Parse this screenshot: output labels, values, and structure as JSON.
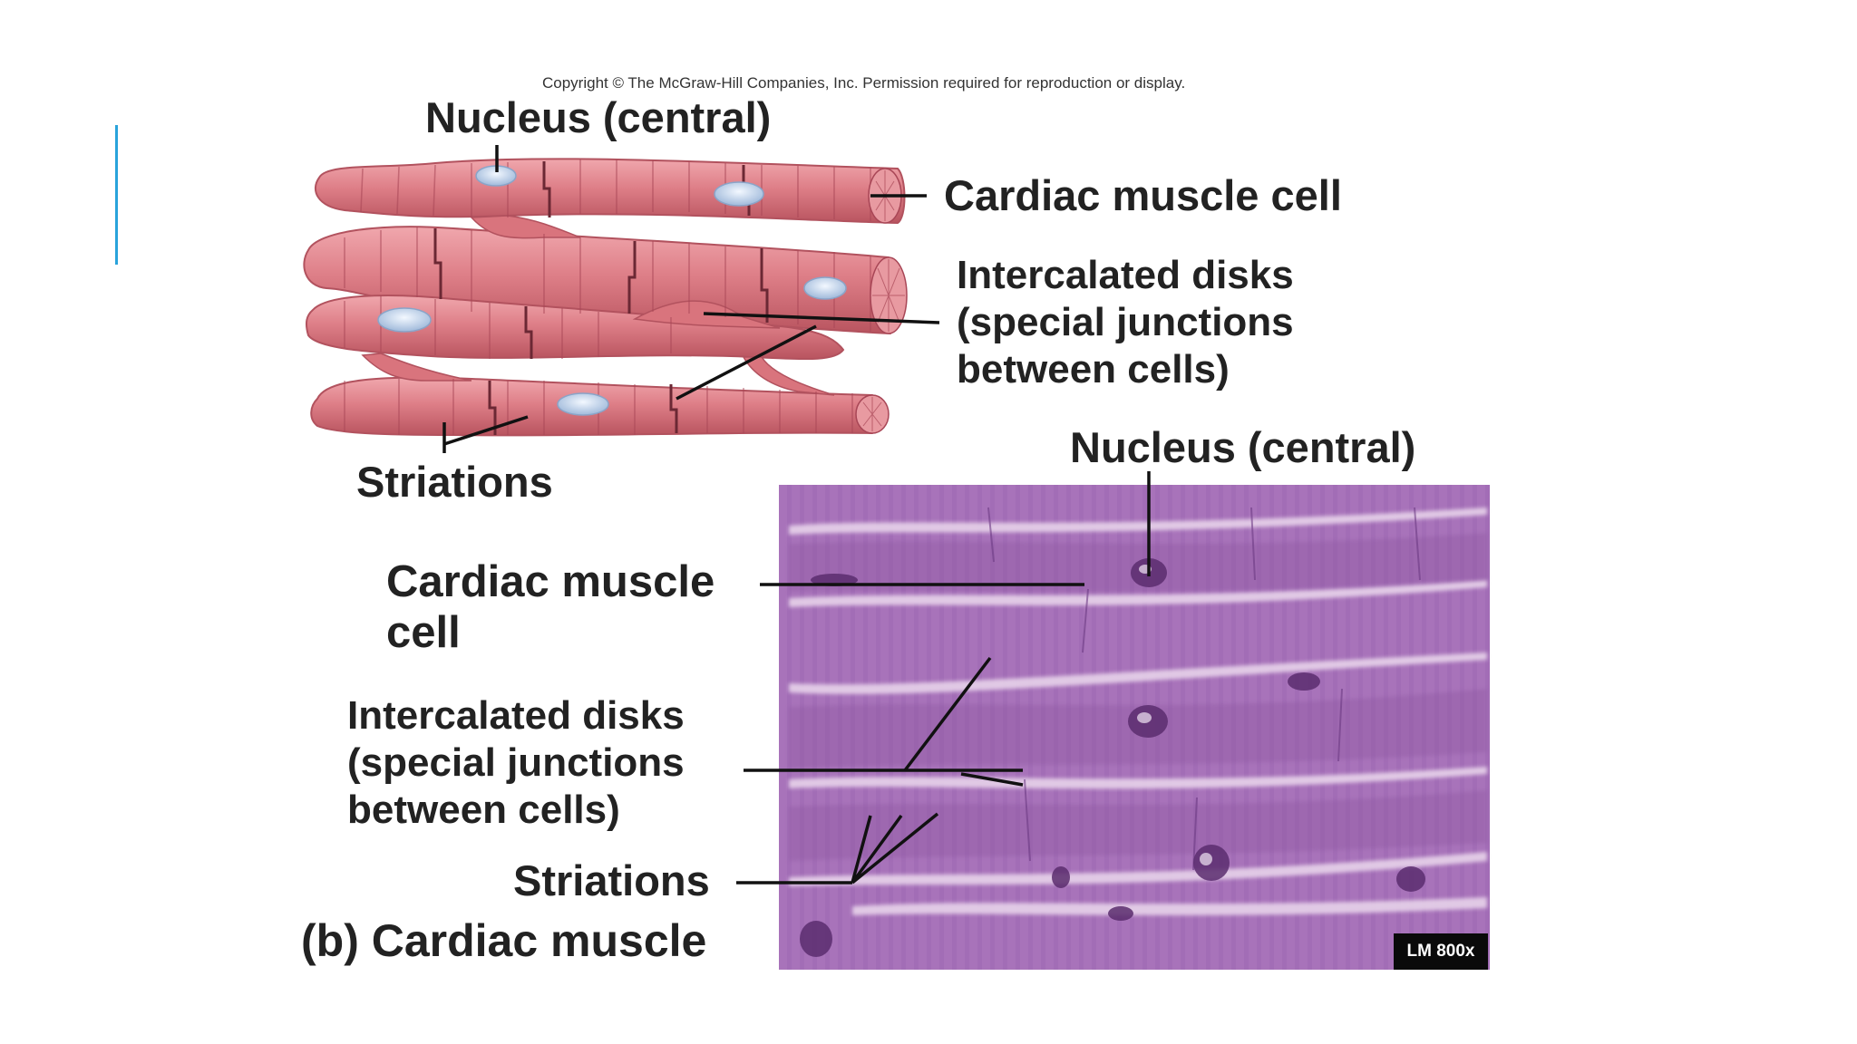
{
  "copyright": "Copyright © The McGraw-Hill Companies, Inc. Permission required for reproduction or display.",
  "diagram": {
    "nucleus_label": "Nucleus (central)",
    "cardiac_cell_label": "Cardiac muscle cell",
    "intercalated_lines": [
      "Intercalated disks",
      "(special junctions",
      "between cells)"
    ],
    "striations_label": "Striations"
  },
  "micrograph": {
    "nucleus_label": "Nucleus (central)",
    "cardiac_cell_lines": [
      "Cardiac muscle",
      "cell"
    ],
    "intercalated_lines": [
      "Intercalated disks",
      "(special junctions",
      "between cells)"
    ],
    "striations_label": "Striations",
    "caption": "(b) Cardiac muscle",
    "magnification": "LM 800x"
  },
  "colors": {
    "accent": "#2aa3db",
    "muscle_fill": "#dd7f86",
    "muscle_stroke": "#b2525e",
    "nucleus": "#c9dcef",
    "tissue": "#a873ba"
  }
}
